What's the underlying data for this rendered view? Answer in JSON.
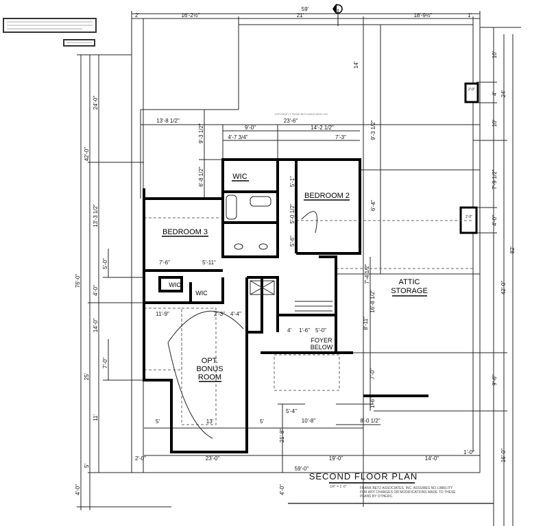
{
  "title": "SECOND FLOOR PLAN",
  "scale": "1/4\" = 1'-0\"",
  "disclaimer": [
    "FRANK BETZ ASSOCIATES, INC. ASSUMES NO LIABILITY",
    "FOR ANY CHANGES OR MODIFICATIONS MADE TO THESE",
    "PLANS BY OTHERS."
  ],
  "rooms": {
    "bedroom2": "BEDROOM 2",
    "bedroom3": "BEDROOM 3",
    "wic1": "WIC",
    "wic2": "WIC",
    "wic3": "WIC",
    "bonus": [
      "OPT.",
      "BONUS",
      "ROOM"
    ],
    "foyer": [
      "FOYER",
      "BELOW"
    ],
    "attic": [
      "ATTIC",
      "STORAGE"
    ]
  },
  "dimensions": {
    "top": {
      "overall": "59'",
      "a": "2'",
      "b": "16'-2½\"",
      "c": "21'",
      "d": "18'-9½\"",
      "e": "1'"
    },
    "interior_top": {
      "a": "13'-8 1/2\"",
      "b": "23'-6\"",
      "c": "9'-0\"",
      "d": "14'-2 1/2\"",
      "e": "4'-7 3/4\"",
      "f": "7'-3\"",
      "g": "9'-3 1/2\"",
      "h": "6'-8 1/2\"",
      "i": "14'",
      "j": "9'-3 1/2\"",
      "k": "6'-4\""
    },
    "left": {
      "overall": "76'-0\"",
      "a": "42'-0\"",
      "b": "24'-0\"",
      "c": "13'-3 1/2\"",
      "d": "5'-0\"",
      "e": "4'-0\"",
      "f": "14'-0\"",
      "g": "7'-0\"",
      "h": "25'",
      "i": "11'",
      "j": "5'",
      "k": "4'-0\""
    },
    "right": {
      "a": "10'",
      "b": "4'",
      "c": "24'",
      "d": "10'",
      "e": "7'-9 1/2\"",
      "f": "4'-0\"",
      "g": "42'-0\"",
      "h": "82'",
      "i": "9'-6\"",
      "j": "16'-0\"",
      "chimney1": "2'-0\"",
      "chimney2": "2'-0\""
    },
    "interior": {
      "a": "7'-6\"",
      "b": "5'-11\"",
      "c": "11'-9\"",
      "d": "2'-3\"",
      "e": "4'-4\"",
      "f": "4'",
      "g": "1'-6\"",
      "h": "5'-0\"",
      "i": "5'-4\"",
      "j": "10'-8\"",
      "k": "8'-0 1/2\"",
      "l": "5'",
      "m": "13'",
      "n": "5'",
      "o": "5'-1\"",
      "p": "5'-0 1/2\"",
      "q": "5'-6\"",
      "r": "7'-4 1/2\"",
      "s": "16'-8 1/2\"",
      "t": "8'-11\"",
      "u": "7'-0\"",
      "v": "1'-6\"",
      "w": "21'-8\""
    },
    "bottom": {
      "a": "2'-0\"",
      "b": "23'-0\"",
      "c": "19'-0\"",
      "d": "14'-0\"",
      "e": "1'-0\"",
      "overall": "59'-0\"",
      "f": "4'-0\""
    }
  }
}
